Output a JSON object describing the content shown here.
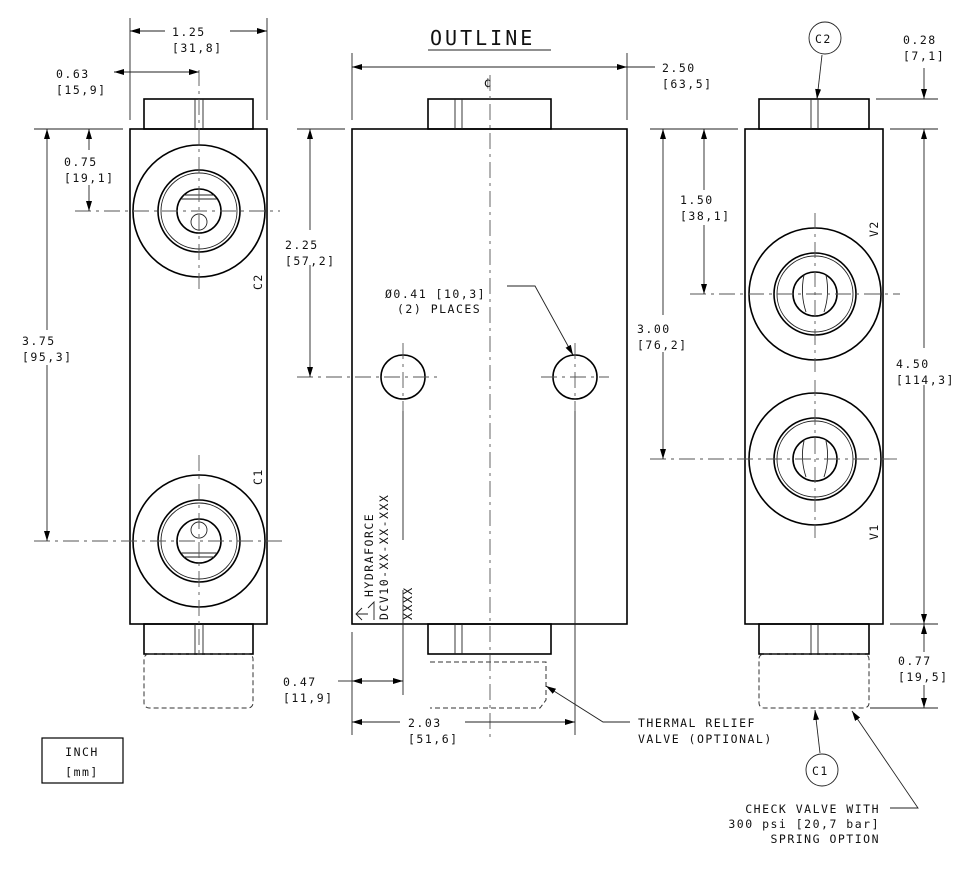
{
  "title": "OUTLINE",
  "centerline_symbol": "₵",
  "units_box": {
    "primary": "INCH",
    "secondary": "[mm]"
  },
  "left_view": {
    "dims": [
      {
        "in": "1.25",
        "mm": "[31,8]"
      },
      {
        "in": "0.63",
        "mm": "[15,9]"
      },
      {
        "in": "0.75",
        "mm": "[19,1]"
      },
      {
        "in": "3.75",
        "mm": "[95,3]"
      }
    ],
    "port_labels": [
      "C2",
      "C1"
    ]
  },
  "middle_view": {
    "dims": [
      {
        "in": "2.50",
        "mm": "[63,5]"
      },
      {
        "in": "2.25",
        "mm": "[57,2]"
      },
      {
        "in": "0.47",
        "mm": "[11,9]"
      },
      {
        "in": "2.03",
        "mm": "[51,6]"
      }
    ],
    "hole_note": {
      "line1": "Ø0.41 [10,3]",
      "line2": "(2) PLACES"
    },
    "marking": {
      "line1": "HYDRAFORCE",
      "line2": "DCV10-XX-XX-XXX",
      "line3": "XXXX"
    },
    "thermal_note": {
      "line1": "THERMAL RELIEF",
      "line2": "VALVE (OPTIONAL)"
    }
  },
  "right_view": {
    "dims": [
      {
        "in": "0.28",
        "mm": "[7,1]"
      },
      {
        "in": "1.50",
        "mm": "[38,1]"
      },
      {
        "in": "3.00",
        "mm": "[76,2]"
      },
      {
        "in": "4.50",
        "mm": "[114,3]"
      },
      {
        "in": "0.77",
        "mm": "[19,5]"
      }
    ],
    "port_labels": [
      "V2",
      "V1"
    ],
    "balloons": [
      "C2",
      "C1"
    ],
    "check_note": {
      "line1": "CHECK VALVE WITH",
      "line2": "300 psi [20,7 bar]",
      "line3": "SPRING OPTION"
    }
  }
}
